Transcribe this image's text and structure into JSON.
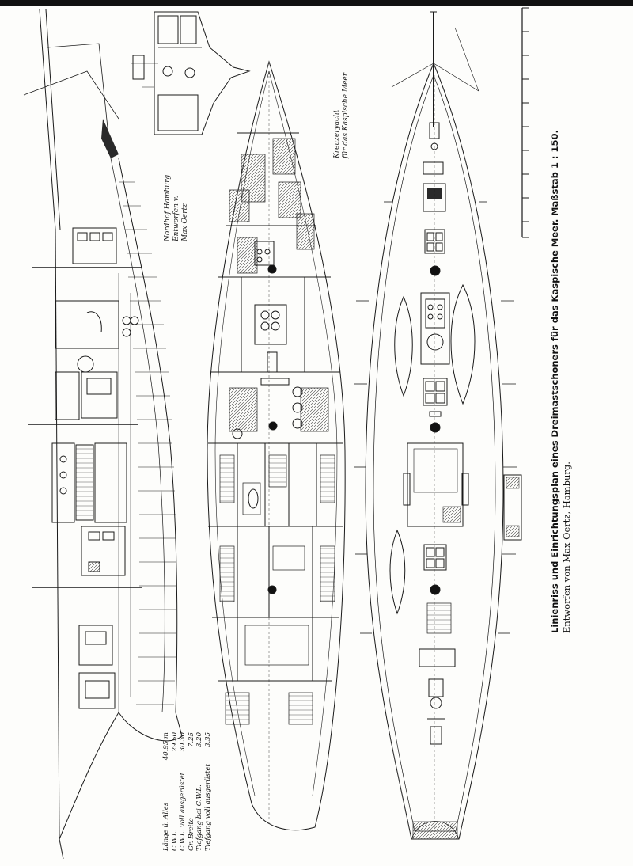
{
  "title": {
    "line1": "Linienriss und Einrichtungsplan eines Dreimastschoners für das Kaspische Meer.",
    "scale": "Maßstab 1 : 150.",
    "line2": "Entworfen von Max Oertz, Hamburg."
  },
  "handwritten": {
    "yacht_caption": [
      "Kreuzeryacht",
      "für das Kaspische Meer"
    ],
    "signature": [
      "Nordhof Hamburg",
      "Entworfen v.",
      "Max Oertz"
    ]
  },
  "dimensions": [
    {
      "label": "Länge ü. Alles",
      "value": "40.95 m"
    },
    {
      "label": "C.W.L.",
      "value": "29.50"
    },
    {
      "label": "C.W.L. voll ausgerüstet",
      "value": "30.30"
    },
    {
      "label": "Gr. Breite",
      "value": "7.25"
    },
    {
      "label": "Tiefgang bei C.W.L.",
      "value": "3.20"
    },
    {
      "label": "Tiefgang voll ausgerüstet",
      "value": "3.35"
    }
  ],
  "colors": {
    "ink": "#1a1a1a",
    "paper": "#fdfdfb",
    "fill_dark": "#2a2a2a"
  }
}
